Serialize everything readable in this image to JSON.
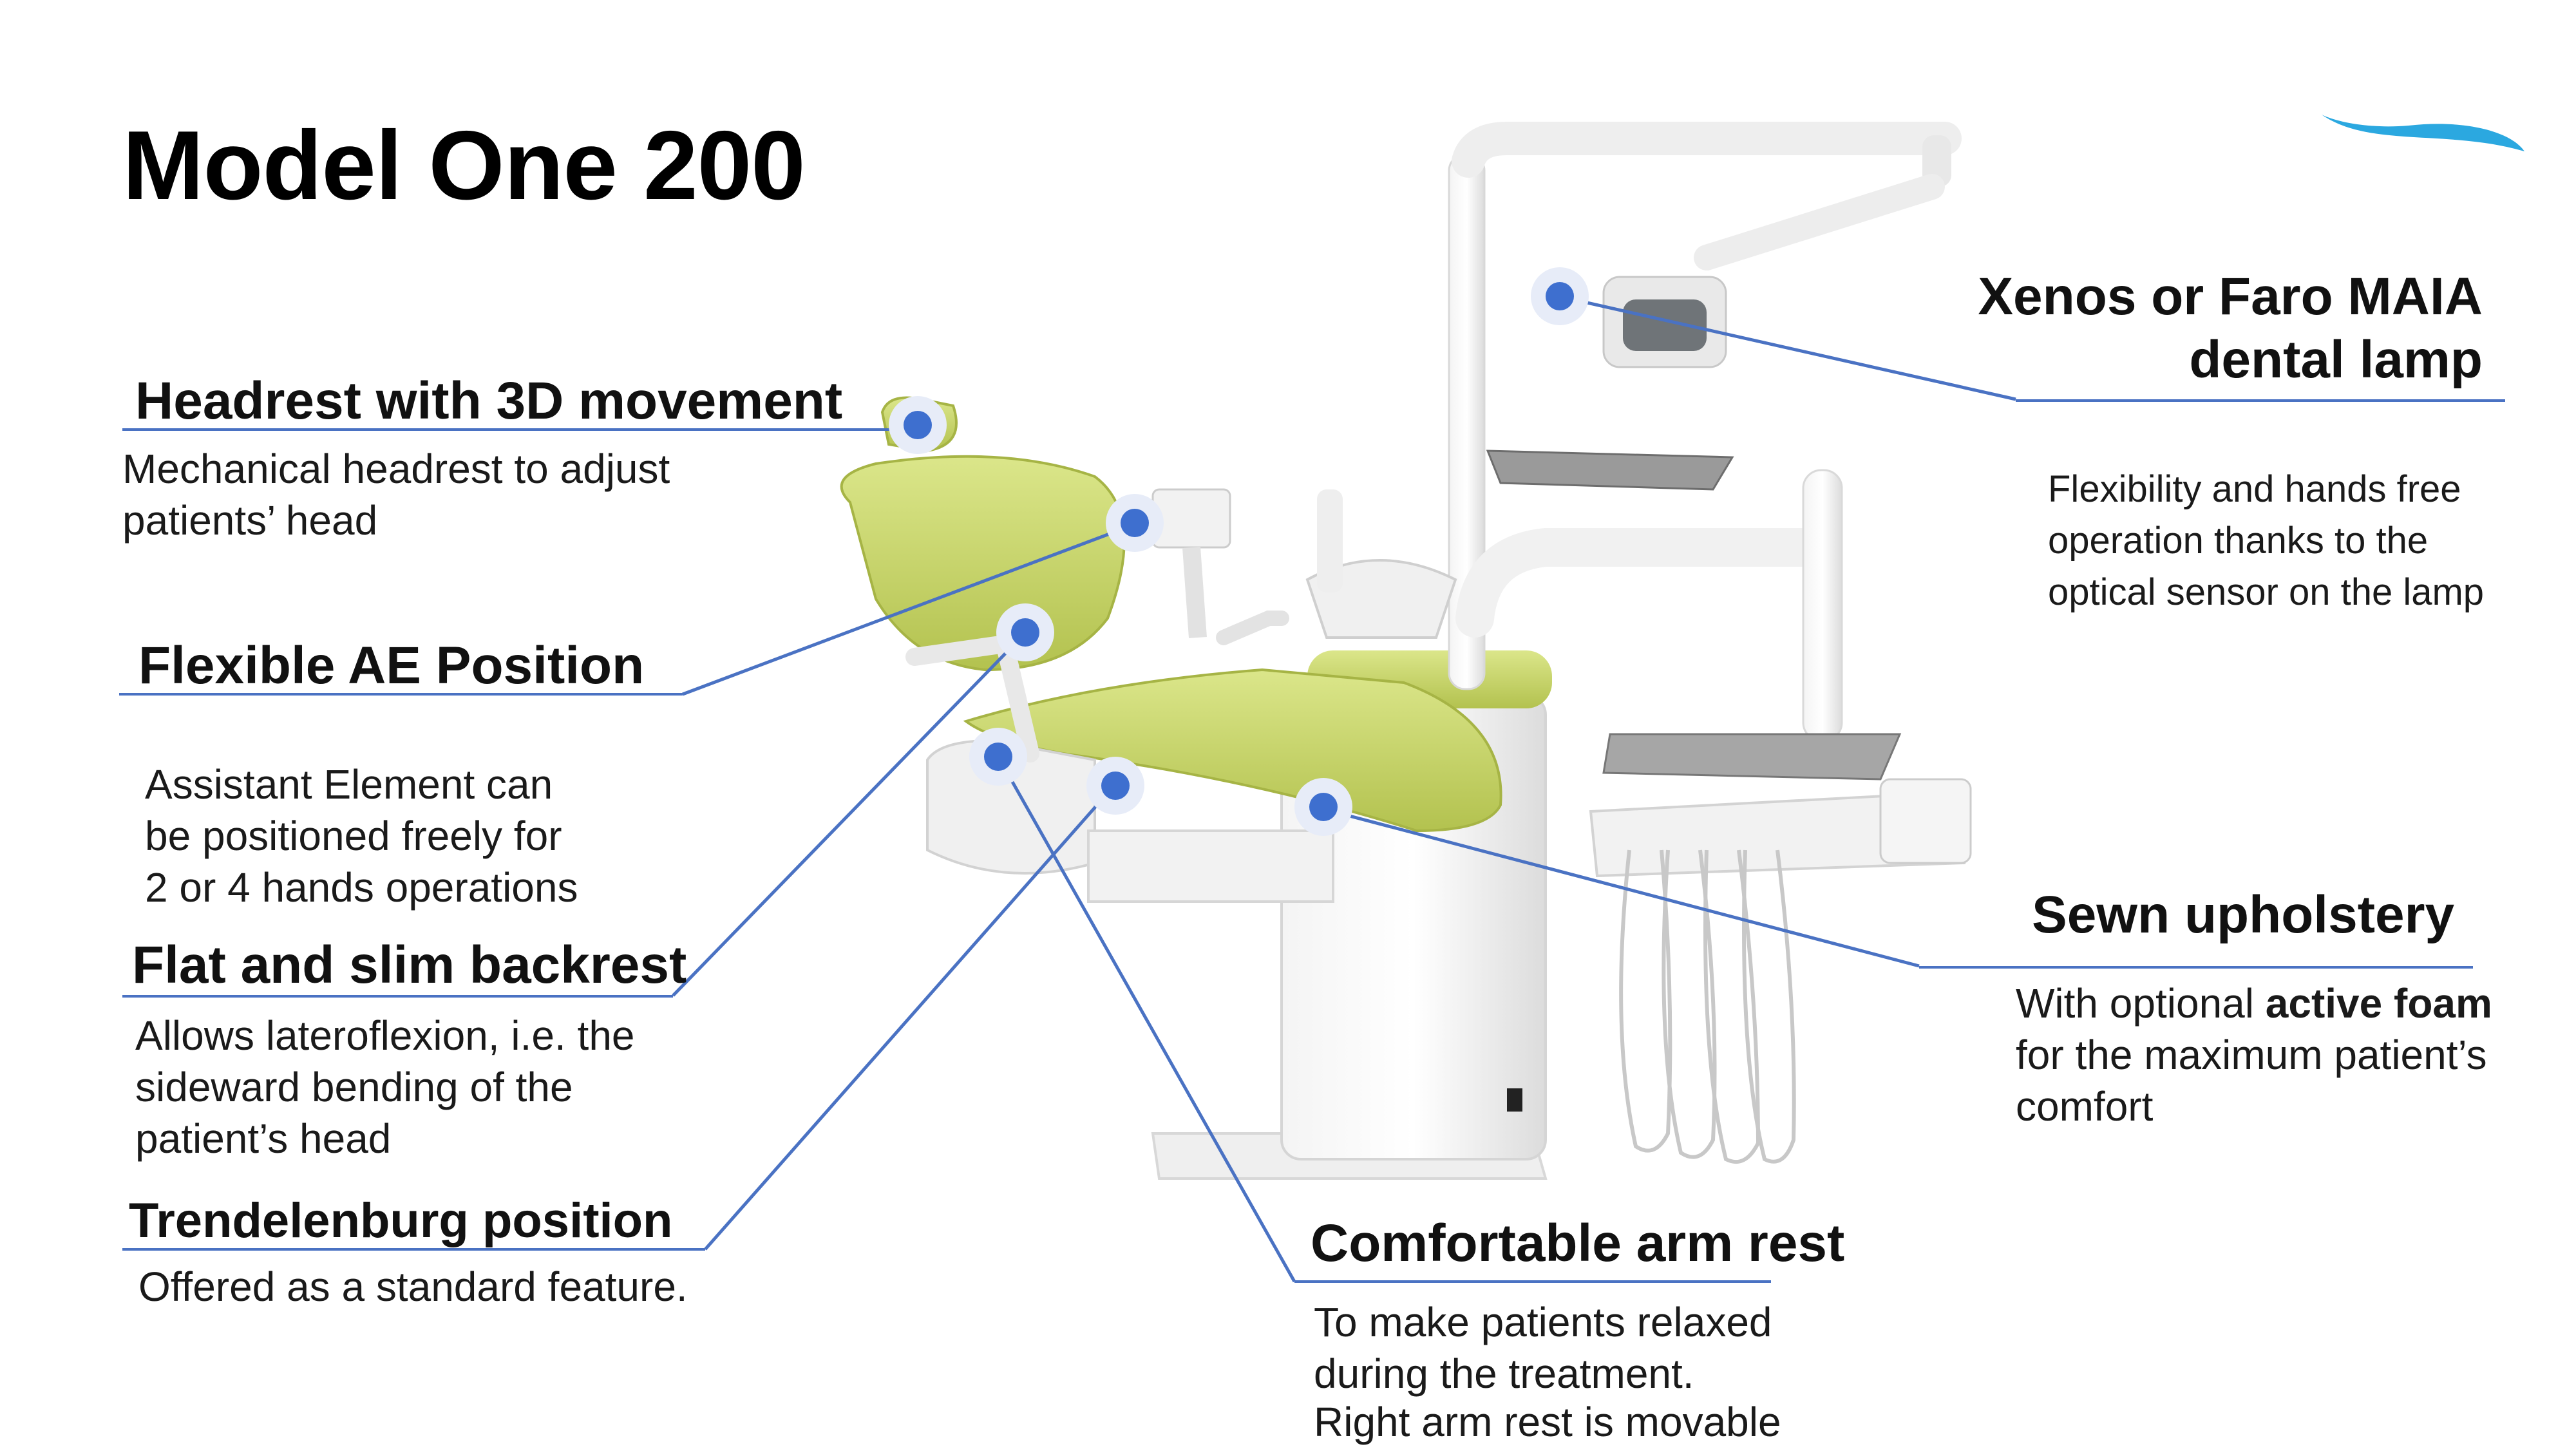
{
  "slide": {
    "title": "Model One 200"
  },
  "features": [
    {
      "title": "Headrest with 3D movement",
      "desc": [
        "Mechanical headrest to adjust",
        "patients’ head"
      ]
    },
    {
      "title": "Flexible AE Position",
      "desc": [
        "Assistant Element can",
        "be positioned freely for",
        "2 or 4 hands operations"
      ]
    },
    {
      "title": "Flat and slim backrest",
      "desc": [
        "Allows lateroflexion, i.e. the",
        "sideward bending of the",
        "patient’s head"
      ]
    },
    {
      "title": "Trendelenburg position",
      "desc": [
        "Offered as a standard feature."
      ]
    },
    {
      "title": "Comfortable arm rest",
      "desc": [
        "To make patients relaxed",
        "during the treatment.",
        "Right arm rest is movable"
      ]
    },
    {
      "title_lines": [
        "Xenos or Faro MAIA",
        "dental lamp"
      ],
      "desc": [
        "Flexibility and hands free",
        "operation thanks to the",
        "optical sensor on the lamp"
      ]
    },
    {
      "title": "Sewn upholstery",
      "desc_parts": {
        "before": "With optional ",
        "bold": "active foam",
        "after": ""
      },
      "desc": [
        "for the maximum patient’s",
        "comfort"
      ]
    }
  ],
  "colors": {
    "accent_line": "#4a72c3",
    "hotspot_dot": "#3e6fcf",
    "upholstery": "#c9d86a",
    "brand_swoosh": "#2ba8e0"
  },
  "icons": [
    "brand-logo-swoosh",
    "hotspot-dot"
  ]
}
